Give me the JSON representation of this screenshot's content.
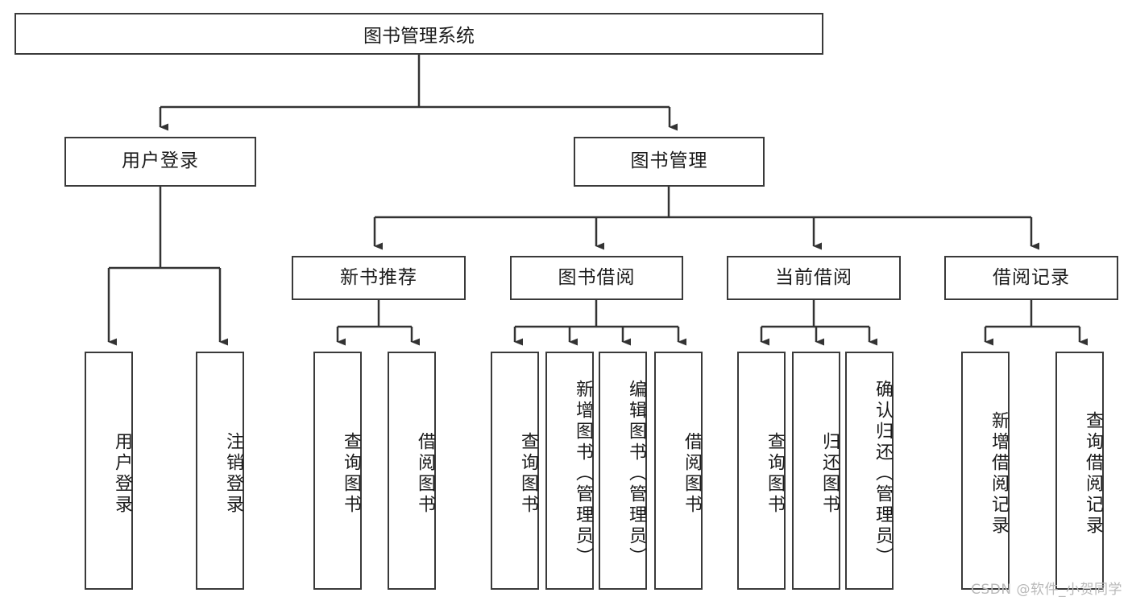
{
  "diagram": {
    "title": "图书管理系统",
    "type": "tree",
    "root": {
      "label": "图书管理系统"
    },
    "level2": [
      {
        "label": "用户登录"
      },
      {
        "label": "图书管理"
      }
    ],
    "level3": [
      {
        "label": "新书推荐"
      },
      {
        "label": "图书借阅"
      },
      {
        "label": "当前借阅"
      },
      {
        "label": "借阅记录"
      }
    ],
    "leaves": {
      "user_login": [
        {
          "label": "用户登录"
        },
        {
          "label": "注销登录"
        }
      ],
      "new_book_recommend": [
        {
          "label": "查询图书"
        },
        {
          "label": "借阅图书"
        }
      ],
      "book_borrow": [
        {
          "label": "查询图书"
        },
        {
          "label": "新增图书（管理员）"
        },
        {
          "label": "编辑图书（管理员）"
        },
        {
          "label": "借阅图书"
        }
      ],
      "current_borrow": [
        {
          "label": "查询图书"
        },
        {
          "label": "归还图书"
        },
        {
          "label": "确认归还（管理员）"
        }
      ],
      "borrow_record": [
        {
          "label": "新增借阅记录"
        },
        {
          "label": "查询借阅记录"
        }
      ]
    }
  },
  "watermark": {
    "text": "CSDN @软件_小贺同学"
  },
  "colors": {
    "stroke": "#333333",
    "box_border": "#3a3a3a",
    "background": "#ffffff",
    "text": "#1b1b1b",
    "watermark": "#b9b9b9"
  }
}
